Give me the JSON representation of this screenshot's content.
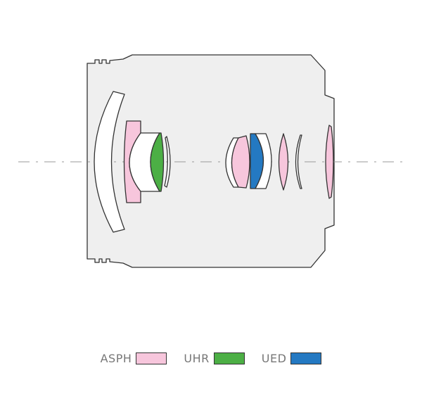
{
  "colors": {
    "barrel_fill": "#efefef",
    "outline": "#333333",
    "axis": "#999999",
    "lens_plain": "#ffffff"
  },
  "legend": [
    {
      "label": "ASPH",
      "color": "#f7c6dc"
    },
    {
      "label": "UHR",
      "color": "#4caf45"
    },
    {
      "label": "UED",
      "color": "#2479c2"
    }
  ],
  "elements": [
    {
      "name": "front-meniscus-element",
      "type": "plain"
    },
    {
      "name": "second-element",
      "type": "ASPH"
    },
    {
      "name": "third-element",
      "type": "plain"
    },
    {
      "name": "fourth-element",
      "type": "UHR"
    },
    {
      "name": "fifth-element",
      "type": "plain"
    },
    {
      "name": "sixth-element",
      "type": "plain"
    },
    {
      "name": "seventh-element",
      "type": "ASPH"
    },
    {
      "name": "eighth-element",
      "type": "UED"
    },
    {
      "name": "ninth-element",
      "type": "plain"
    },
    {
      "name": "tenth-element",
      "type": "ASPH"
    },
    {
      "name": "eleventh-element",
      "type": "plain"
    },
    {
      "name": "rear-element",
      "type": "ASPH"
    }
  ]
}
